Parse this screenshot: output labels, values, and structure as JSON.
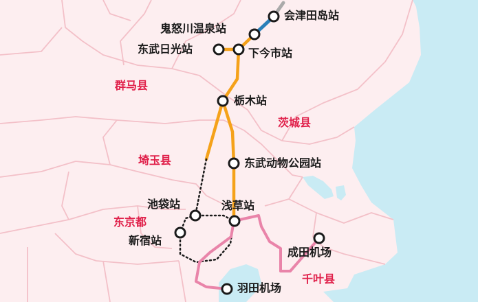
{
  "colors": {
    "land": "#fdeef0",
    "sea": "#c9ebf4",
    "border": "#f3c0c8",
    "tobu_line": "#f5a21a",
    "connector": "#e984a9",
    "jr_line": "#2a7fb8",
    "gray_line": "#aaaaaa",
    "station_fill": "#ffffff",
    "station_stroke": "#1a1a1a",
    "prefecture_text": "#e0204a",
    "station_text": "#1a1a1a"
  },
  "stations": {
    "aizu_tajima": "会津田岛站",
    "kinugawa_onsen": "鬼怒川温泉站",
    "tobu_nikko": "东武日光站",
    "shimo_imaichi": "下今市站",
    "tochigi": "栃木站",
    "tobu_dobutsu_koen": "东武动物公园站",
    "ikebukuro": "池袋站",
    "asakusa": "浅草站",
    "shinjuku": "新宿站",
    "narita_airport": "成田机场",
    "haneda_airport": "羽田机场"
  },
  "prefectures": {
    "gunma": "群马县",
    "ibaraki": "茨城县",
    "saitama": "埼玉县",
    "tokyo": "东京都",
    "chiba": "千叶县"
  }
}
